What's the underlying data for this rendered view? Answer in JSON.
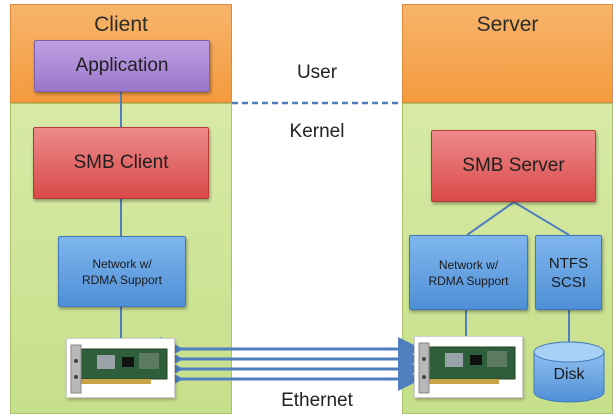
{
  "client": {
    "title": "Client",
    "application": "Application",
    "smb": "SMB Client",
    "network": [
      "Network w/",
      "RDMA Support"
    ]
  },
  "server": {
    "title": "Server",
    "smb": "SMB Server",
    "network": [
      "Network w/",
      "RDMA Support"
    ],
    "ntfs": [
      "NTFS",
      "SCSI"
    ],
    "disk": "Disk"
  },
  "labels": {
    "user": "User",
    "kernel": "Kernel",
    "ethernet": "Ethernet"
  },
  "colors": {
    "user_zone": "#f39a3e",
    "kernel_zone": "#c6df8a",
    "application": "#9a77c9",
    "smb": "#d94a4a",
    "network": "#4f8fd6",
    "link": "#4f7fbf"
  }
}
